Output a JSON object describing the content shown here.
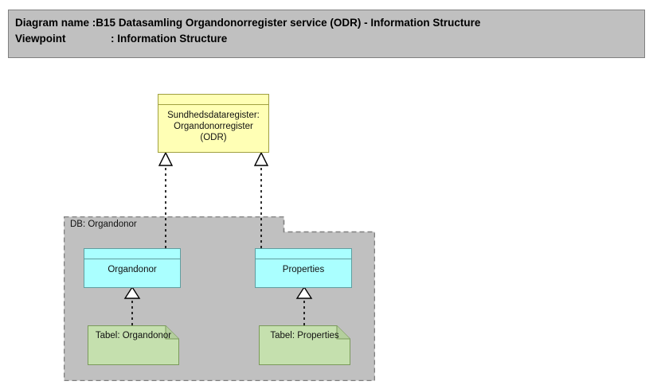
{
  "header": {
    "name_label": "Diagram name :",
    "name_value": "B15 Datasamling Organdonorregister service (ODR) - Information Structure",
    "viewpoint_label": "Viewpoint",
    "viewpoint_sep": ": ",
    "viewpoint_value": "Information Structure"
  },
  "colors": {
    "header_bg": "#c0c0c0",
    "header_border": "#808080",
    "yellow_fill": "#ffffb5",
    "yellow_border": "#a0a040",
    "cyan_fill": "#aaffff",
    "cyan_border": "#5f9ea0",
    "green_fill": "#c5e0ae",
    "green_border": "#7a9a5a",
    "group_fill": "#c0c0c0",
    "group_border": "#808080",
    "connector": "#000000"
  },
  "nodes": {
    "odr": {
      "label": "Sundhedsdataregister:\nOrgandonorregister\n(ODR)"
    },
    "organdonor_object": {
      "label": "Organdonor"
    },
    "properties_object": {
      "label": "Properties"
    },
    "organdonor_table": {
      "label": "Tabel: Organdonor"
    },
    "properties_table": {
      "label": "Tabel: Properties"
    }
  },
  "grouping": {
    "label": "DB: Organdonor"
  },
  "connectors": [
    {
      "name": "organdonor-object-realizes-odr",
      "type": "realization"
    },
    {
      "name": "properties-object-realizes-odr",
      "type": "realization"
    },
    {
      "name": "organdonor-table-realizes-organdonor-object",
      "type": "realization"
    },
    {
      "name": "properties-table-realizes-properties-object",
      "type": "realization"
    }
  ]
}
